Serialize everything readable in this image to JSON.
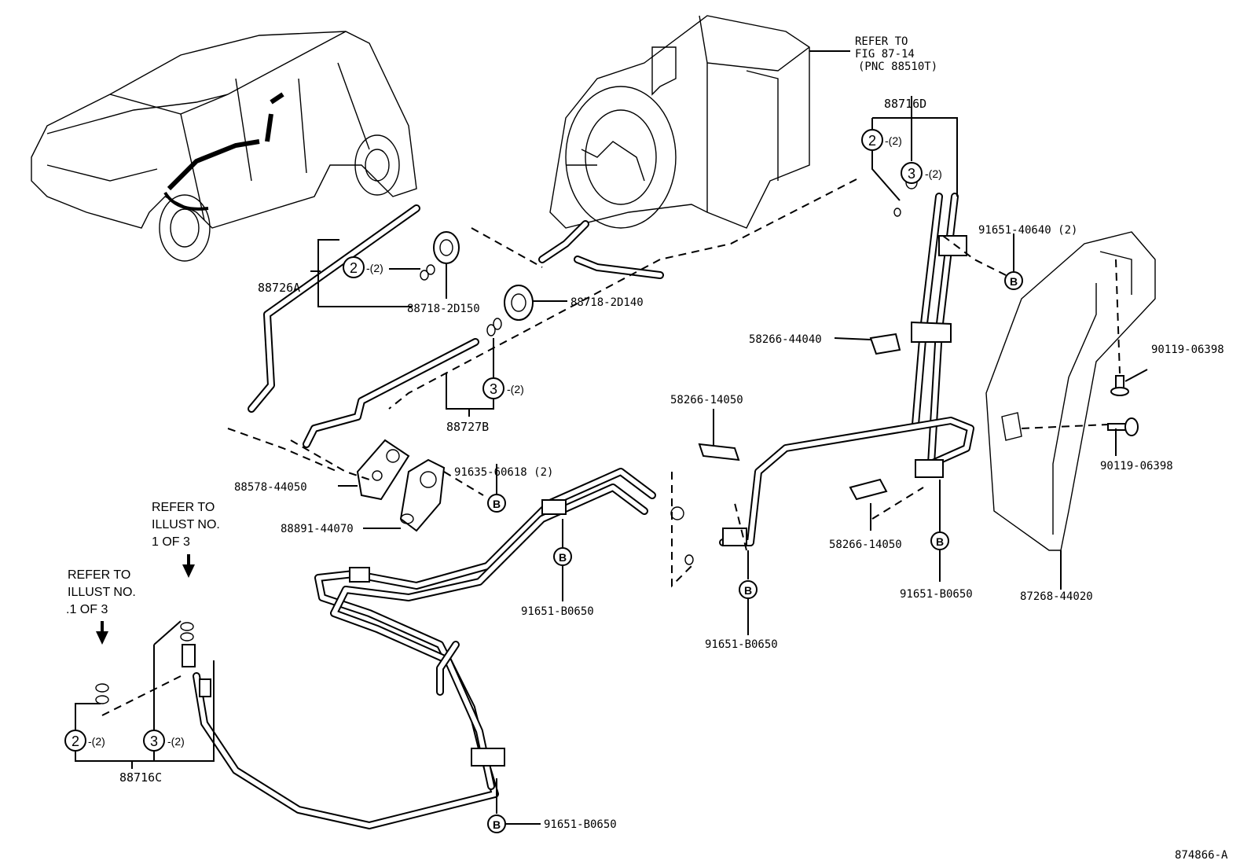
{
  "diagram": {
    "figure_id": "874866-A",
    "reference_blower": [
      "REFER TO",
      "FIG 87-14",
      "(PNC 88510T)"
    ],
    "reference_illust_1": [
      "REFER TO",
      "ILLUST NO.",
      "1 OF 3"
    ],
    "reference_illust_2": [
      "REFER TO",
      "ILLUST NO.",
      ".1 OF 3"
    ],
    "callout_symbols": {
      "oring_2": "2",
      "oring_3": "3",
      "bolt_b": "B"
    },
    "qty_2": "-(2)",
    "parts": {
      "p88726A": "88726A",
      "p88718_2D150": "88718-2D150",
      "p88718_2D140": "88718-2D140",
      "p88727B": "88727B",
      "p88716D": "88716D",
      "p91651_40640": "91651-40640 (2)",
      "p58266_44040": "58266-44040",
      "p90119_06398_a": "90119-06398",
      "p90119_06398_b": "90119-06398",
      "p58266_14050_a": "58266-14050",
      "p58266_14050_b": "58266-14050",
      "p91635_60618": "91635-60618 (2)",
      "p88578_44050": "88578-44050",
      "p88891_44070": "88891-44070",
      "p91651_B0650_a": "91651-B0650",
      "p91651_B0650_b": "91651-B0650",
      "p91651_B0650_c": "91651-B0650",
      "p91651_B0650_d": "91651-B0650",
      "p87268_44020": "87268-44020",
      "p88716C": "88716C"
    }
  }
}
